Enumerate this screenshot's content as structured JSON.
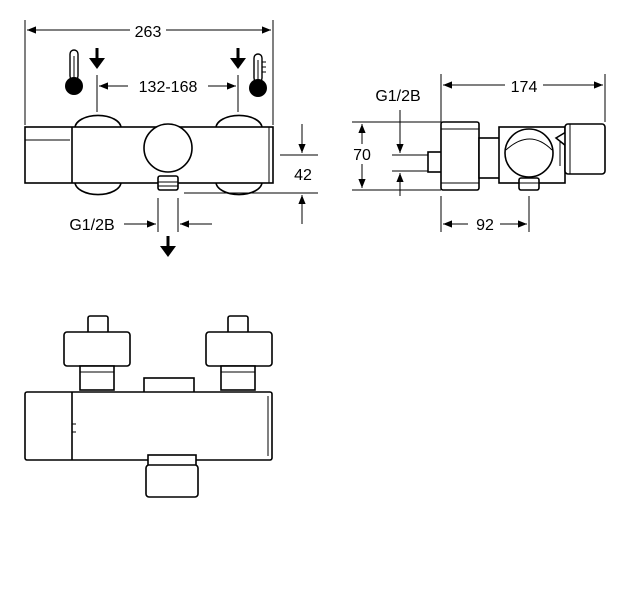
{
  "drawing": {
    "front_view": {
      "overall_width_label": "263",
      "inlet_spacing_label": "132-168",
      "outlet_thread_label": "G1/2B",
      "outlet_offset_label": "42",
      "hot_inlet_icon": "thermometer-hot-icon",
      "cold_inlet_icon": "thermometer-cold-icon",
      "flow_icon": "arrow-down-icon"
    },
    "side_view": {
      "depth_label": "174",
      "height_label": "70",
      "outlet_depth_label": "92",
      "inlet_thread_label": "G1/2B"
    },
    "bottom_view": {}
  }
}
